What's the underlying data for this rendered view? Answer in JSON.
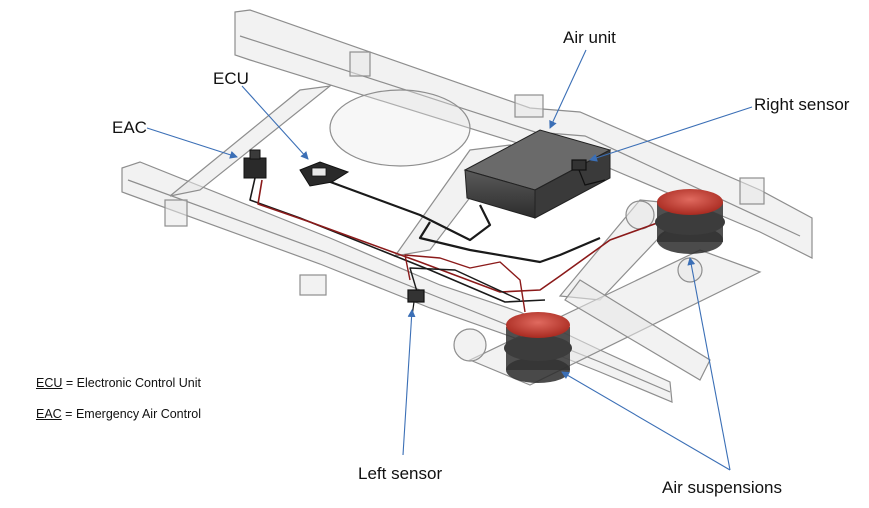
{
  "labels": {
    "ecu": "ECU",
    "eac": "EAC",
    "air_unit": "Air unit",
    "right_sensor": "Right sensor",
    "left_sensor": "Left sensor",
    "air_suspensions": "Air suspensions"
  },
  "legend": {
    "ecu_abbr": "ECU",
    "ecu_sep": " = ",
    "ecu_text": "Electronic Control Unit",
    "eac_abbr": "EAC",
    "eac_sep": " = ",
    "eac_text": "Emergency Air Control"
  },
  "colors": {
    "frame_stroke": "#8a8a8a",
    "frame_fill": "#e6e6e6",
    "leader": "#3b6fb6",
    "air_bag": "#c0392b",
    "air_bag_dark": "#2b2b2b",
    "wire_red": "#8b1a1a",
    "wire_black": "#1a1a1a",
    "unit_box": "#3a3a3a"
  }
}
